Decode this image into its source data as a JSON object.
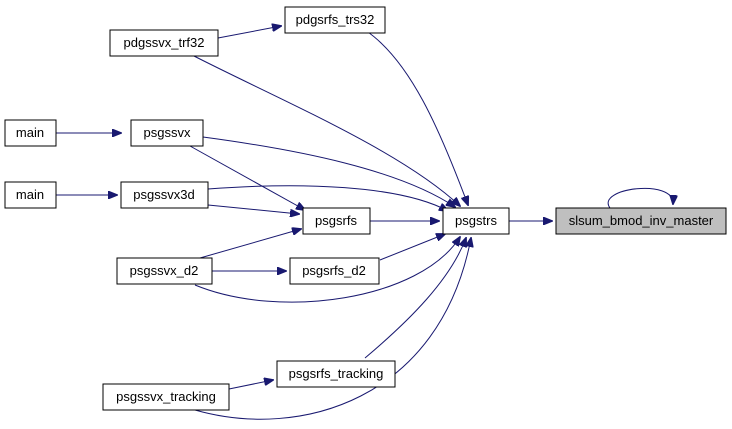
{
  "graph": {
    "nodes": {
      "root": "slsum_bmod_inv_master",
      "psgstrs": "psgstrs",
      "pdgsrfs_trs32": "pdgsrfs_trs32",
      "pdgssvx_trf32": "pdgssvx_trf32",
      "psgssvx": "psgssvx",
      "main1": "main",
      "psgssvx3d": "psgssvx3d",
      "main2": "main",
      "psgsrfs": "psgsrfs",
      "psgssvx_d2": "psgssvx_d2",
      "psgsrfs_d2": "psgsrfs_d2",
      "psgsrfs_tracking": "psgsrfs_tracking",
      "psgssvx_tracking": "psgssvx_tracking"
    },
    "edges": [
      {
        "from": "psgstrs",
        "to": "root"
      },
      {
        "from": "root",
        "to": "root"
      },
      {
        "from": "pdgsrfs_trs32",
        "to": "psgstrs"
      },
      {
        "from": "pdgssvx_trf32",
        "to": "pdgsrfs_trs32"
      },
      {
        "from": "pdgssvx_trf32",
        "to": "psgstrs"
      },
      {
        "from": "psgssvx",
        "to": "psgstrs"
      },
      {
        "from": "psgssvx",
        "to": "psgsrfs"
      },
      {
        "from": "main1",
        "to": "psgssvx"
      },
      {
        "from": "psgssvx3d",
        "to": "psgstrs"
      },
      {
        "from": "psgssvx3d",
        "to": "psgsrfs"
      },
      {
        "from": "main2",
        "to": "psgssvx3d"
      },
      {
        "from": "psgsrfs",
        "to": "psgstrs"
      },
      {
        "from": "psgssvx_d2",
        "to": "psgsrfs"
      },
      {
        "from": "psgssvx_d2",
        "to": "psgsrfs_d2"
      },
      {
        "from": "psgssvx_d2",
        "to": "psgstrs"
      },
      {
        "from": "psgsrfs_d2",
        "to": "psgstrs"
      },
      {
        "from": "psgsrfs_tracking",
        "to": "psgstrs"
      },
      {
        "from": "psgssvx_tracking",
        "to": "psgsrfs_tracking"
      },
      {
        "from": "psgssvx_tracking",
        "to": "psgstrs"
      }
    ]
  }
}
